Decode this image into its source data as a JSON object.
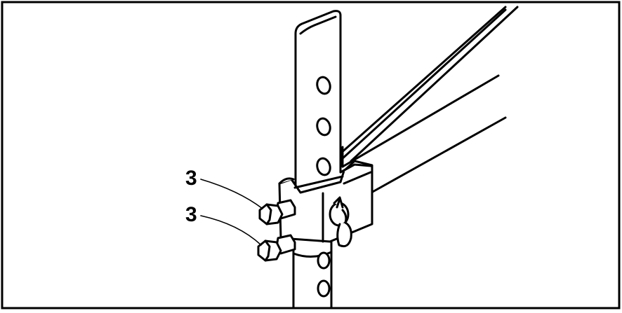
{
  "diagram": {
    "callouts": [
      {
        "label": "3",
        "target": "upper-bolt"
      },
      {
        "label": "3",
        "target": "lower-bolt"
      }
    ],
    "colors": {
      "outline": "#000000",
      "fill": "#ffffff",
      "background": "#ffffff"
    }
  }
}
